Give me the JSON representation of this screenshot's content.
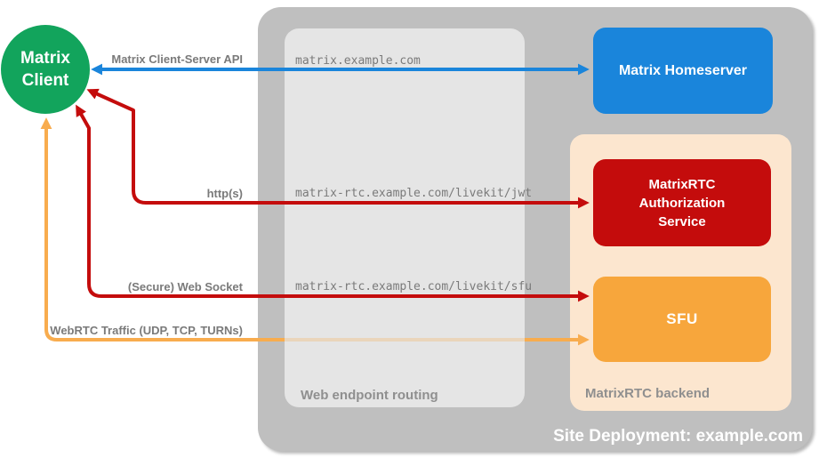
{
  "title": "Site Deployment: example.com",
  "nodes": {
    "client": {
      "label": "Matrix Client"
    },
    "homeserver": {
      "label": "Matrix Homeserver"
    },
    "auth": {
      "label": "MatrixRTC Authorization Service"
    },
    "sfu": {
      "label": "SFU"
    },
    "web_routing": {
      "label": "Web endpoint routing"
    },
    "rtc_backend": {
      "label": "MatrixRTC backend"
    }
  },
  "edges": [
    {
      "label": "Matrix Client-Server API",
      "endpoint": "matrix.example.com",
      "from": "Matrix Client",
      "to": "Matrix Homeserver"
    },
    {
      "label": "http(s)",
      "endpoint": "matrix-rtc.example.com/livekit/jwt",
      "from": "Matrix Client",
      "to": "MatrixRTC Authorization Service"
    },
    {
      "label": "(Secure) Web Socket",
      "endpoint": "matrix-rtc.example.com/livekit/sfu",
      "from": "Matrix Client",
      "to": "SFU"
    },
    {
      "label": "WebRTC Traffic (UDP, TCP, TURNs)",
      "endpoint": "",
      "from": "Matrix Client",
      "to": "SFU"
    }
  ],
  "colors": {
    "blue": "#1A85DB",
    "red": "#C40C0C",
    "orange": "#F8AC4E",
    "green": "#12A45C",
    "sfu_orange": "#F7A63C",
    "peach": "#FCE6CF",
    "outer_gray": "#BFBFBF",
    "inner_gray": "#E5E5E5",
    "label_gray": "#7A7A7A"
  }
}
